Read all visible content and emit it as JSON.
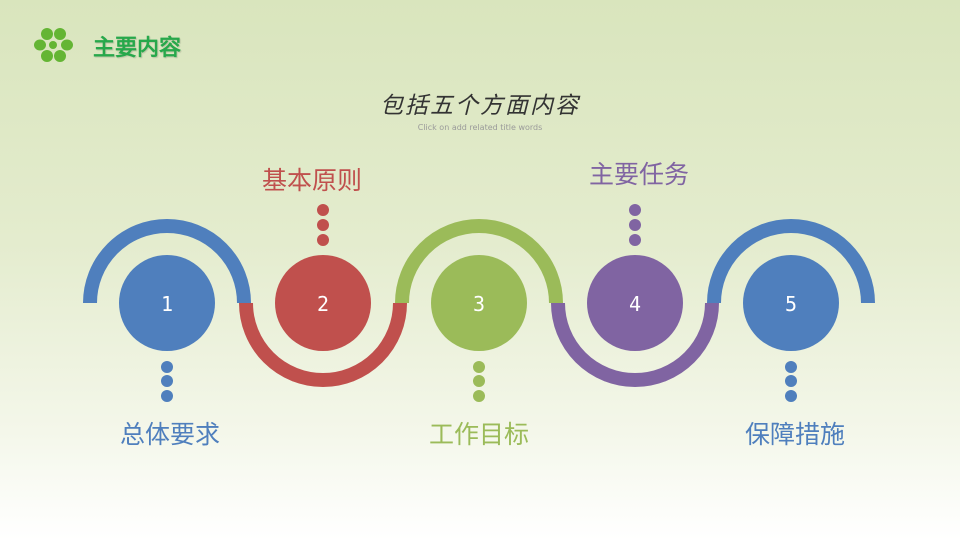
{
  "header": {
    "title": "主要内容"
  },
  "subtitle": "包括五个方面内容",
  "subnote": "Click on add related title words",
  "colors": {
    "blue": "#4f7fbd",
    "red": "#c0504d",
    "green": "#9bbb59",
    "purple": "#8064a2",
    "logo_green": "#64b534"
  },
  "steps": [
    {
      "number": "1",
      "label": "总体要求"
    },
    {
      "number": "2",
      "label": "基本原则"
    },
    {
      "number": "3",
      "label": "工作目标"
    },
    {
      "number": "4",
      "label": "主要任务"
    },
    {
      "number": "5",
      "label": "保障措施"
    }
  ]
}
